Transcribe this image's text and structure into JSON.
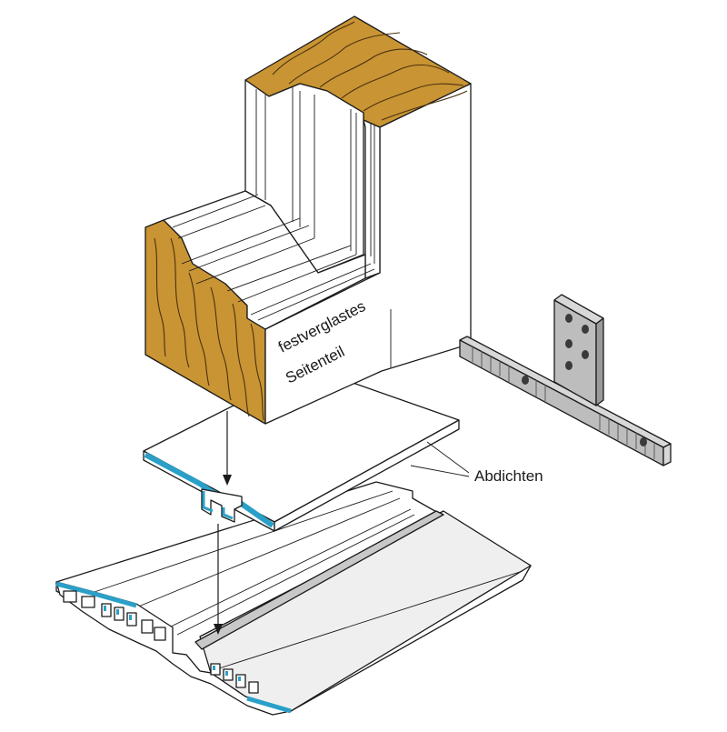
{
  "labels": {
    "side_panel": [
      "festverglastes",
      "Seitenteil"
    ],
    "sealing": "Abdichten"
  },
  "colors": {
    "wood": "#c99433",
    "wood_grain": "#4a3210",
    "profile_edge": "#2aa0c8",
    "seal_strip": "#c8c8c8",
    "bracket": "#bdbdbd",
    "bracket_dark": "#5a5a5a",
    "line": "#1a1a1a",
    "background": "#ffffff"
  },
  "parts": [
    "wood-frame-corner",
    "seal-plate",
    "threshold-profile",
    "t-connector-bracket"
  ]
}
